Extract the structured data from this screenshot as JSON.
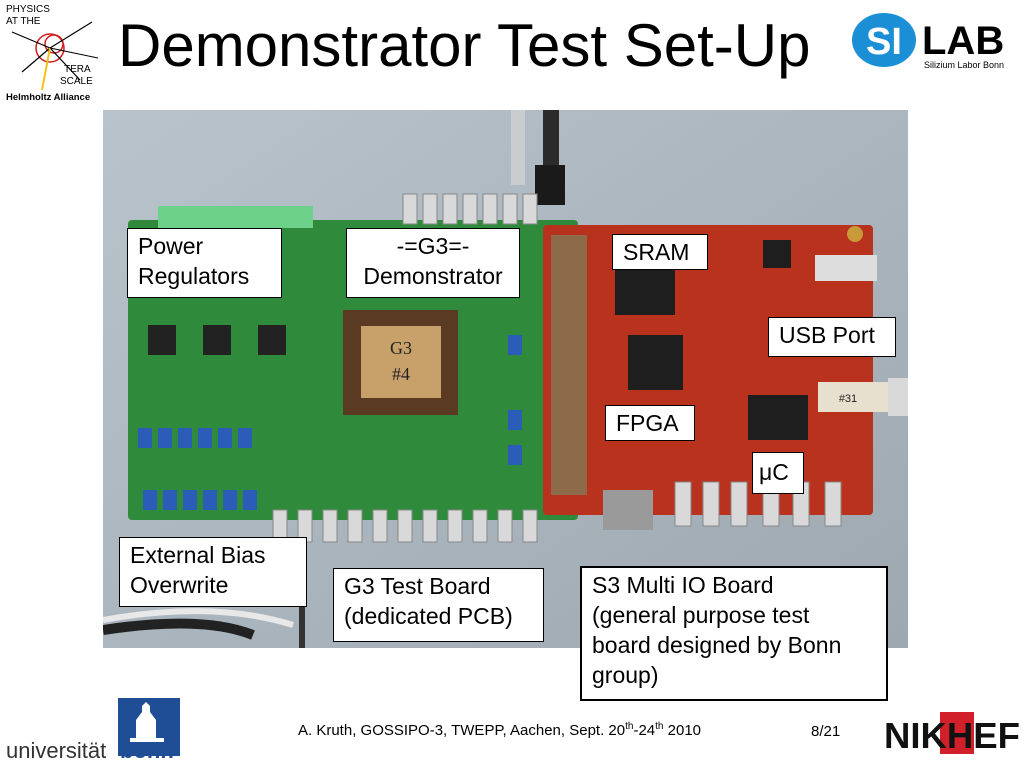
{
  "slide": {
    "title": "Demonstrator Test Set-Up",
    "number": "8/21"
  },
  "logos": {
    "terascale": {
      "line1": "PHYSICS",
      "line2": "AT THE",
      "line3": "TERA",
      "line4": "SCALE",
      "line5": "Helmholtz Alliance"
    },
    "silab": {
      "mark": "SI",
      "word": "LAB",
      "tagline": "Silizium Labor Bonn"
    },
    "bonn": {
      "prefix": "universität",
      "suffix": "bonn"
    },
    "nikhef": {
      "text": "NIKHEF"
    }
  },
  "labels": {
    "power_regulators": [
      "Power",
      "Regulators"
    ],
    "g3_demonstrator": [
      "-=G3=-",
      "Demonstrator"
    ],
    "sram": "SRAM",
    "usb_port": "USB Port",
    "fpga": "FPGA",
    "uc": "μC",
    "external_bias": [
      "External Bias",
      "Overwrite"
    ],
    "g3_test_board": [
      "G3 Test Board",
      "(dedicated PCB)"
    ],
    "s3_multi_io": [
      "S3 Multi IO Board",
      "(general purpose test",
      "board designed by Bonn",
      "group)"
    ]
  },
  "photo_marks": {
    "chip_label": [
      "G3",
      "#4"
    ],
    "tag": "#31"
  },
  "footer": {
    "text_before": "A. Kruth, GOSSIPO-3, TWEPP, Aachen, Sept. 20",
    "sup1": "th",
    "text_mid": "-24",
    "sup2": "th",
    "text_after": " 2010"
  },
  "colors": {
    "green_pcb": "#2f8a3c",
    "red_pcb": "#b8321e",
    "silab_blue": "#1b8fd6",
    "bonn_blue": "#1f4e96",
    "nikhef_red": "#d2202b"
  }
}
